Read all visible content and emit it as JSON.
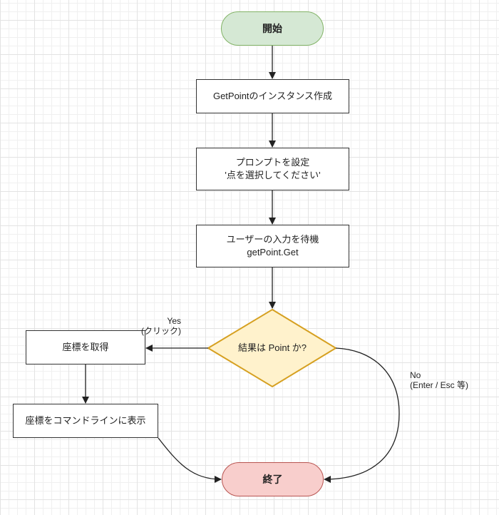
{
  "diagram": {
    "type": "flowchart",
    "colors": {
      "start_fill": "#d5e8d4",
      "start_stroke": "#82b366",
      "end_fill": "#f8cecc",
      "end_stroke": "#b85450",
      "decision_fill": "#fff2cc",
      "decision_stroke": "#d6a020",
      "process_fill": "#ffffff",
      "process_stroke": "#333333",
      "edge": "#222222"
    },
    "nodes": {
      "start": {
        "label": "開始"
      },
      "create_instance": {
        "label": "GetPointのインスタンス作成"
      },
      "set_prompt": {
        "line1": "プロンプトを設定",
        "line2": "'点を選択してください'"
      },
      "wait_input": {
        "line1": "ユーザーの入力を待機",
        "line2": "getPoint.Get"
      },
      "decision": {
        "label": "結果は Point か?"
      },
      "get_coords": {
        "label": "座標を取得"
      },
      "show_coords": {
        "label": "座標をコマンドラインに表示"
      },
      "end": {
        "label": "終了"
      }
    },
    "edges": {
      "yes": {
        "line1": "Yes",
        "line2": "(クリック)"
      },
      "no": {
        "line1": "No",
        "line2": "(Enter / Esc 等)"
      }
    }
  }
}
